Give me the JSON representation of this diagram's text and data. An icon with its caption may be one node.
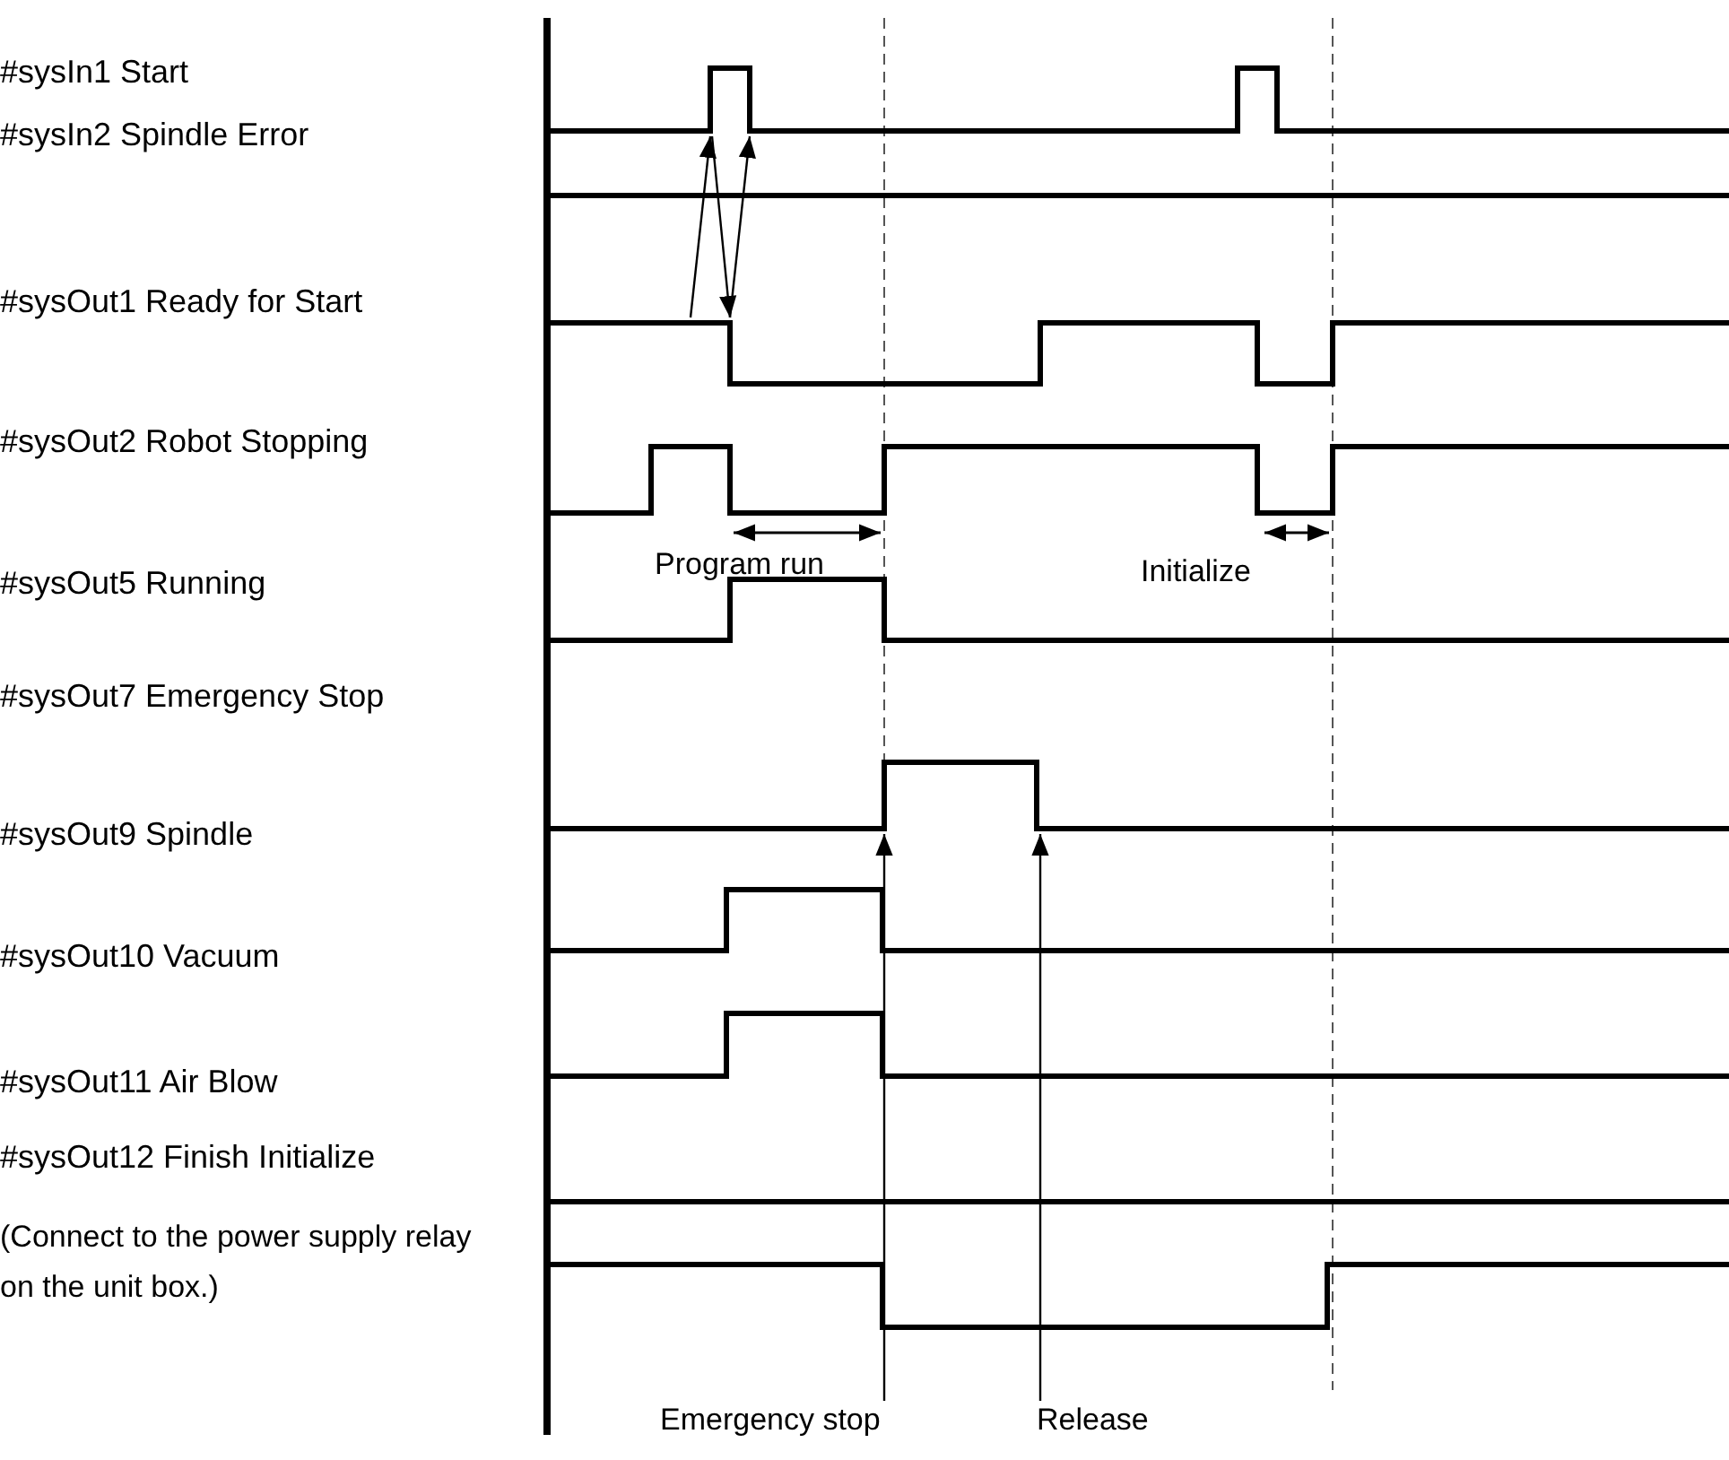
{
  "diagram": {
    "nodes": [
      {
        "text": [],
        "shape": "waveform"
      },
      {
        "text": [],
        "shape": "waveform"
      },
      {
        "text": [],
        "shape": "waveform"
      },
      {
        "text": [
          "Emergency stop"
        ]
      },
      {
        "text": [
          "Release"
        ]
      }
    ],
    "edges": [
      {
        "from": 1,
        "to": 0,
        "arrow": "to"
      },
      {
        "from": 0,
        "to": 1,
        "arrow": "to"
      },
      {
        "from": 1,
        "to": 0,
        "arrow": "to"
      },
      {
        "from": 3,
        "to": 2,
        "arrow": "to"
      },
      {
        "from": 4,
        "to": 2,
        "arrow": "to"
      }
    ],
    "labels": [
      "#sysIn1 Start",
      "#sysIn2 Spindle Error",
      "#sysOut1 Ready for Start",
      "#sysOut2 Robot Stopping",
      "Program run",
      "Initialize",
      "#sysOut5 Running",
      "#sysOut7 Emergency Stop",
      "#sysOut9 Spindle",
      "#sysOut10 Vacuum",
      "#sysOut11 Air Blow",
      "#sysOut12 Finish Initialize",
      "(Connect to the power supply relay on the unit box.)"
    ]
  }
}
